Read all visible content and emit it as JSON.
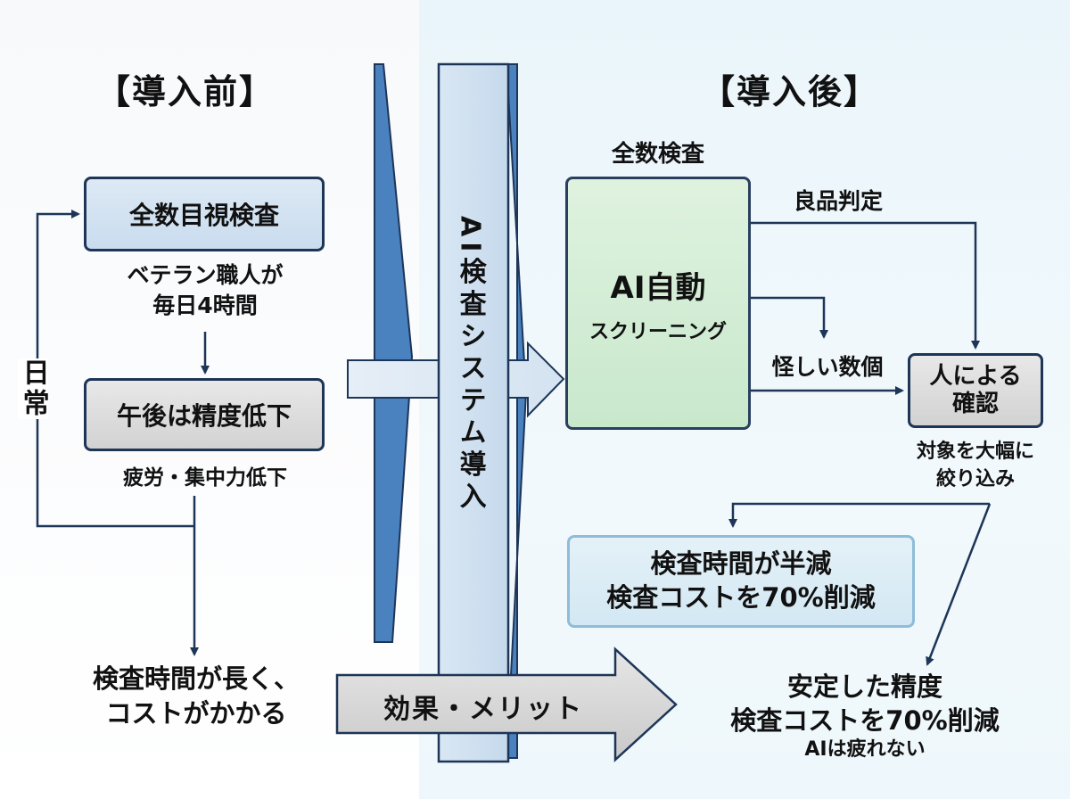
{
  "before": {
    "heading": "【導入前】",
    "step1": "全数目視検査",
    "step1_note_line1": "ベテラン職人が",
    "step1_note_line2": "毎日4時間",
    "step2": "午後は精度低下",
    "step2_note": "疲労・集中力低下",
    "loop_label": "日常",
    "result_line1": "検査時間が長く、",
    "result_line2": "コストがかかる"
  },
  "center": {
    "banner": "AI検査システム導入",
    "effect_label": "効果・メリット"
  },
  "after": {
    "heading": "【導入後】",
    "all_inspection": "全数検査",
    "ai_box_title": "AI自動",
    "ai_box_sub": "スクリーニング",
    "good_judgment": "良品判定",
    "suspicious": "怪しい数個",
    "human_box_line1": "人による",
    "human_box_line2": "確認",
    "narrow_line1": "対象を大幅に",
    "narrow_line2": "絞り込み",
    "result_box_line1": "検査時間が半減",
    "result_box_line2": "検査コストを70%削減",
    "stable_line1": "安定した精度",
    "stable_line2": "検査コストを70%削減",
    "stable_line3": "AIは疲れない"
  },
  "colors": {
    "navy": "#1d3557",
    "banner_blue": "#4a82c0",
    "panel_blue": "#dce9f5",
    "green": "#cfeacf",
    "gray": "#d6d6d6"
  }
}
